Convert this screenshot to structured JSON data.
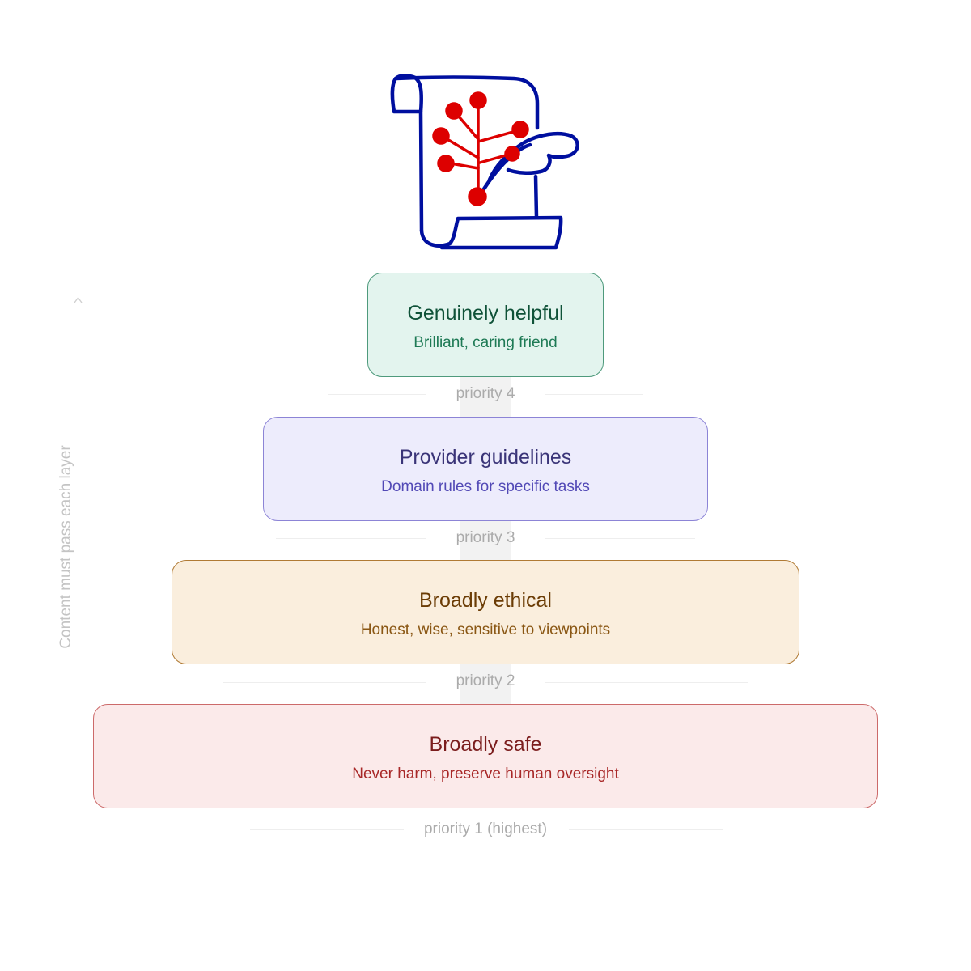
{
  "layers": [
    {
      "key": "helpful",
      "title": "Genuinely helpful",
      "subtitle": "Brilliant, caring friend",
      "priority_label": "priority 4",
      "colors": {
        "fill": "#e3f4ee",
        "border": "#4e9a7c",
        "title": "#0f5238",
        "subtitle": "#1e7a55"
      }
    },
    {
      "key": "guidelines",
      "title": "Provider guidelines",
      "subtitle": "Domain rules for specific tasks",
      "priority_label": "priority 3",
      "colors": {
        "fill": "#edecfc",
        "border": "#8c84d6",
        "title": "#3a3478",
        "subtitle": "#5249b6"
      }
    },
    {
      "key": "ethical",
      "title": "Broadly ethical",
      "subtitle": "Honest, wise, sensitive to viewpoints",
      "priority_label": "priority 2",
      "colors": {
        "fill": "#faeedd",
        "border": "#b07a34",
        "title": "#6b3c05",
        "subtitle": "#8a5714"
      }
    },
    {
      "key": "safe",
      "title": "Broadly safe",
      "subtitle": "Never harm, preserve human oversight",
      "priority_label": "priority 1 (highest)",
      "colors": {
        "fill": "#fbeaea",
        "border": "#cc6a6a",
        "title": "#7b1d1d",
        "subtitle": "#a82828"
      }
    }
  ],
  "axis_label": "Content must pass each layer",
  "logo_icon": "scroll-with-tree-and-quill",
  "colors": {
    "logo_outline": "#000f9f",
    "logo_tree": "#dd0000",
    "priority_text": "#ababab",
    "axis": "#c4c4c4"
  }
}
